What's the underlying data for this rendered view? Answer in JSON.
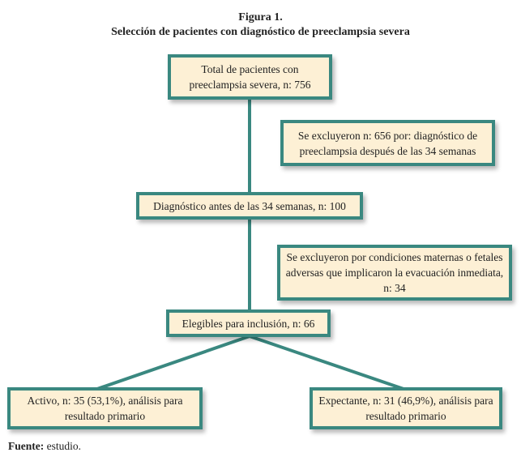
{
  "figure": {
    "label": "Figura 1.",
    "title": "Selección de pacientes con diagnóstico de preeclampsia severa"
  },
  "nodes": {
    "total": "Total de pacientes con preeclampsia severa, n: 756",
    "exclusion1": "Se excluyeron n: 656 por: diagnóstico de preeclampsia después de las 34 semanas",
    "diagnosis_before_34": "Diagnóstico antes de las 34 semanas, n: 100",
    "exclusion2": "Se excluyeron por condiciones maternas o fetales adversas que implicaron la evacuación inmediata, n: 34",
    "eligible": "Elegibles para inclusión, n: 66",
    "active": "Activo, n: 35 (53,1%), análisis para resultado primario",
    "expectant": "Expectante, n: 31 (46,9%), análisis para resultado primario"
  },
  "footer": {
    "label": "Fuente:",
    "text": " estudio."
  },
  "colors": {
    "box_fill": "#fdf0d5",
    "box_border": "#3a8880",
    "connector": "#3a8880"
  }
}
